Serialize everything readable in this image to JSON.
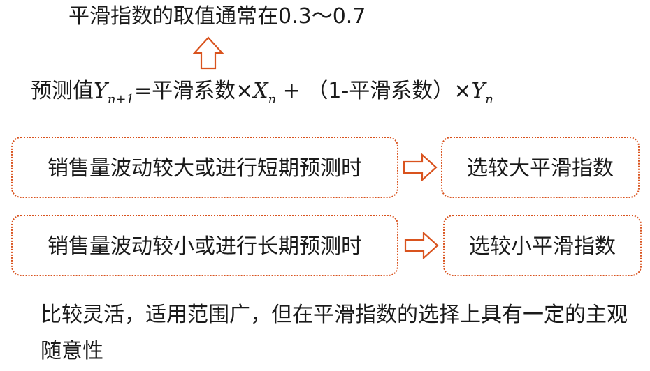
{
  "top_note": "平滑指数的取值通常在0.3～0.7",
  "formula": {
    "prefix": "预测值",
    "y_symbol": "Y",
    "y_sub": "n+1",
    "eq": "=平滑系数×",
    "x_symbol": "X",
    "x_sub": "n",
    "plus_part": " + （1-平滑系数）×",
    "y2_symbol": "Y",
    "y2_sub": "n"
  },
  "rows": [
    {
      "condition": "销售量波动较大或进行短期预测时",
      "result": "选较大平滑指数"
    },
    {
      "condition": "销售量波动较小或进行长期预测时",
      "result": "选较小平滑指数"
    }
  ],
  "conclusion": "比较灵活，适用范围广，但在平滑指数的选择上具有一定的主观随意性",
  "colors": {
    "accent": "#d9531e",
    "text": "#1a1a1a"
  }
}
